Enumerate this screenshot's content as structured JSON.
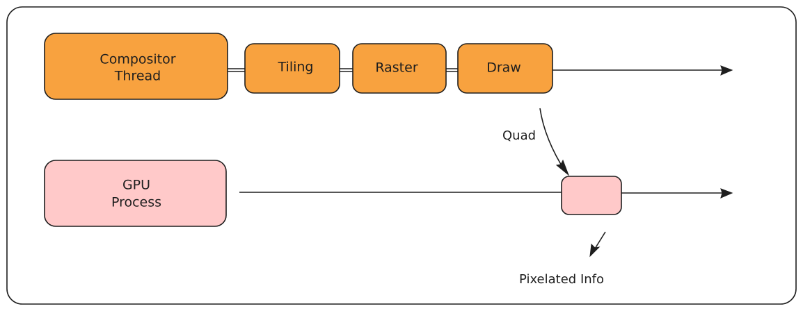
{
  "colors": {
    "orange": "#f8a23f",
    "pink": "#ffc9c9",
    "stroke": "#1e1e1e",
    "background": "#ffffff"
  },
  "nodes": {
    "compositor_thread": {
      "line1": "Compositor",
      "line2": "Thread"
    },
    "tiling": {
      "label": "Tiling"
    },
    "raster": {
      "label": "Raster"
    },
    "draw": {
      "label": "Draw"
    },
    "gpu_process": {
      "line1": "GPU",
      "line2": "Process"
    }
  },
  "labels": {
    "quad": "Quad",
    "pixelated_info": "Pixelated Info"
  }
}
